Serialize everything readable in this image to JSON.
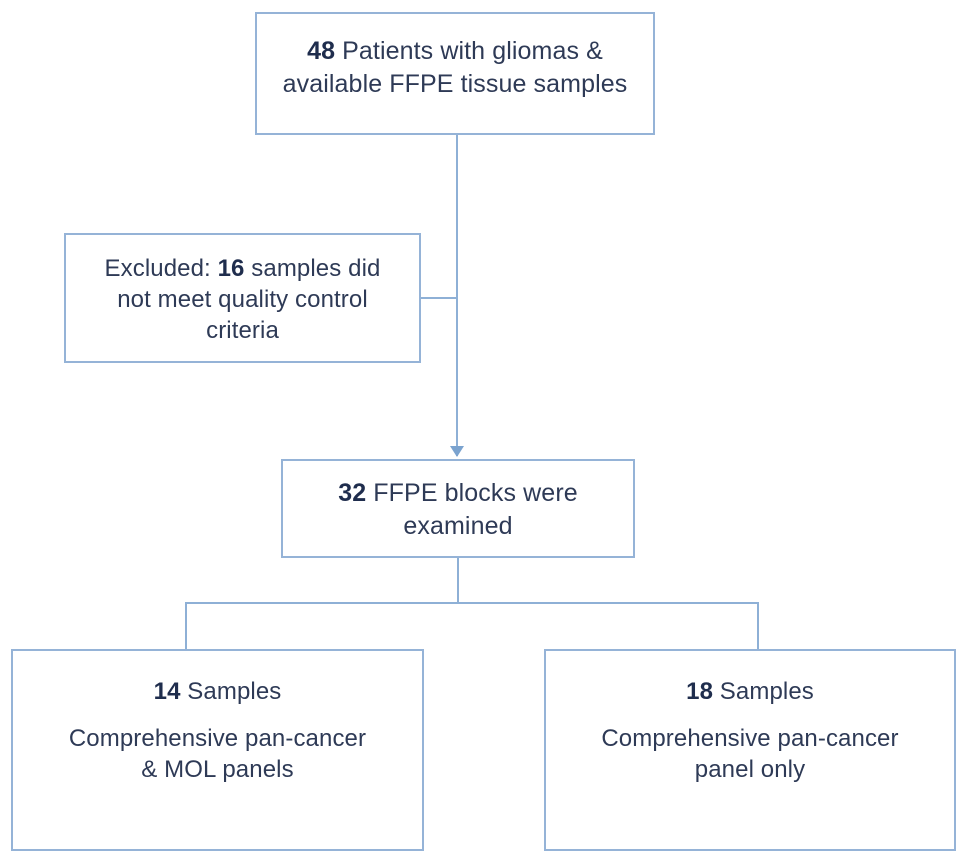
{
  "diagram": {
    "type": "flowchart",
    "title": "Study sample selection flow",
    "colors": {
      "box_border": "#95b3d7",
      "connector": "#8eb0d6",
      "text": "#2e3a56",
      "background": "#ffffff"
    },
    "nodes": [
      {
        "id": "enrolled",
        "count": "48",
        "line1_rest": " Patients with gliomas &",
        "line2": "available FFPE tissue samples"
      },
      {
        "id": "excluded",
        "prefix": "Excluded: ",
        "count": "16",
        "line1_rest": " samples did",
        "line2": "not meet quality control",
        "line3": "criteria"
      },
      {
        "id": "examined",
        "count": "32",
        "line1_rest": " FFPE blocks were",
        "line2": "examined"
      },
      {
        "id": "panel-both",
        "count": "14",
        "line1_rest": " Samples",
        "line2": "Comprehensive pan-cancer",
        "line3": "& MOL panels"
      },
      {
        "id": "panel-only",
        "count": "18",
        "line1_rest": " Samples",
        "line2": "Comprehensive pan-cancer",
        "line3": "panel only"
      }
    ],
    "edges": [
      {
        "id": "enrolled-to-examined",
        "from": "enrolled",
        "to": "examined",
        "arrow": true
      },
      {
        "id": "enrolled-to-excluded",
        "from": "enrolled",
        "to": "excluded",
        "arrow": false
      },
      {
        "id": "examined-to-panel-both",
        "from": "examined",
        "to": "panel-both",
        "arrow": false
      },
      {
        "id": "examined-to-panel-only",
        "from": "examined",
        "to": "panel-only",
        "arrow": false
      }
    ]
  }
}
